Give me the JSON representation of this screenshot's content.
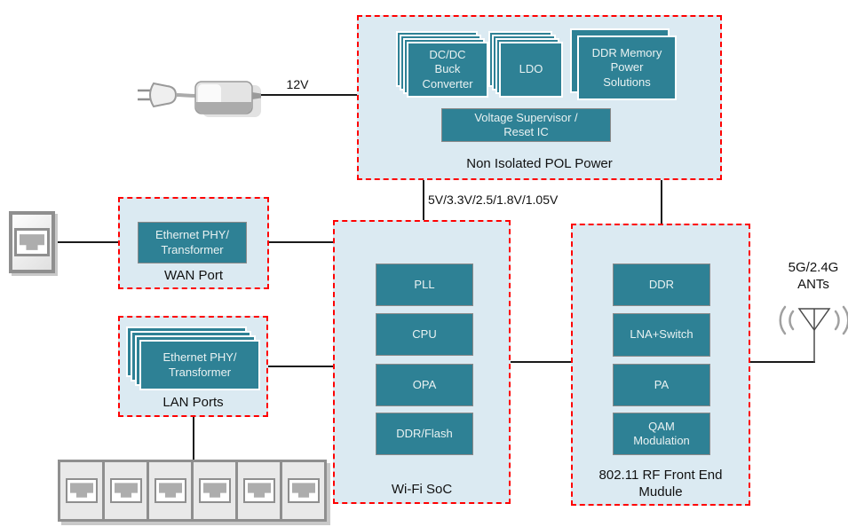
{
  "diagram": {
    "pol_power": {
      "caption": "Non Isolated POL Power",
      "boxes": {
        "dcdc": "DC/DC\nBuck\nConverter",
        "ldo": "LDO",
        "ddr_memory": "DDR Memory\nPower\nSolutions",
        "supervisor": "Voltage Supervisor /\nReset IC"
      },
      "input_label": "12V",
      "output_label": "5V/3.3V/2.5/1.8V/1.05V"
    },
    "wan": {
      "box": "Ethernet PHY/\nTransformer",
      "caption": "WAN Port"
    },
    "lan": {
      "box": "Ethernet PHY/\nTransformer",
      "caption": "LAN Ports"
    },
    "soc": {
      "caption": "Wi-Fi SoC",
      "boxes": [
        "PLL",
        "CPU",
        "OPA",
        "DDR/Flash"
      ]
    },
    "rf": {
      "caption": "802.11 RF Front End\nMudule",
      "boxes": [
        "DDR",
        "LNA+Switch",
        "PA",
        "QAM\nModulation"
      ]
    },
    "antenna": {
      "label": "5G/2.4G\nANTs"
    },
    "colors": {
      "teal": "#2E8195",
      "panel_fill": "#DBEAF2",
      "panel_border": "#FF0000"
    }
  }
}
